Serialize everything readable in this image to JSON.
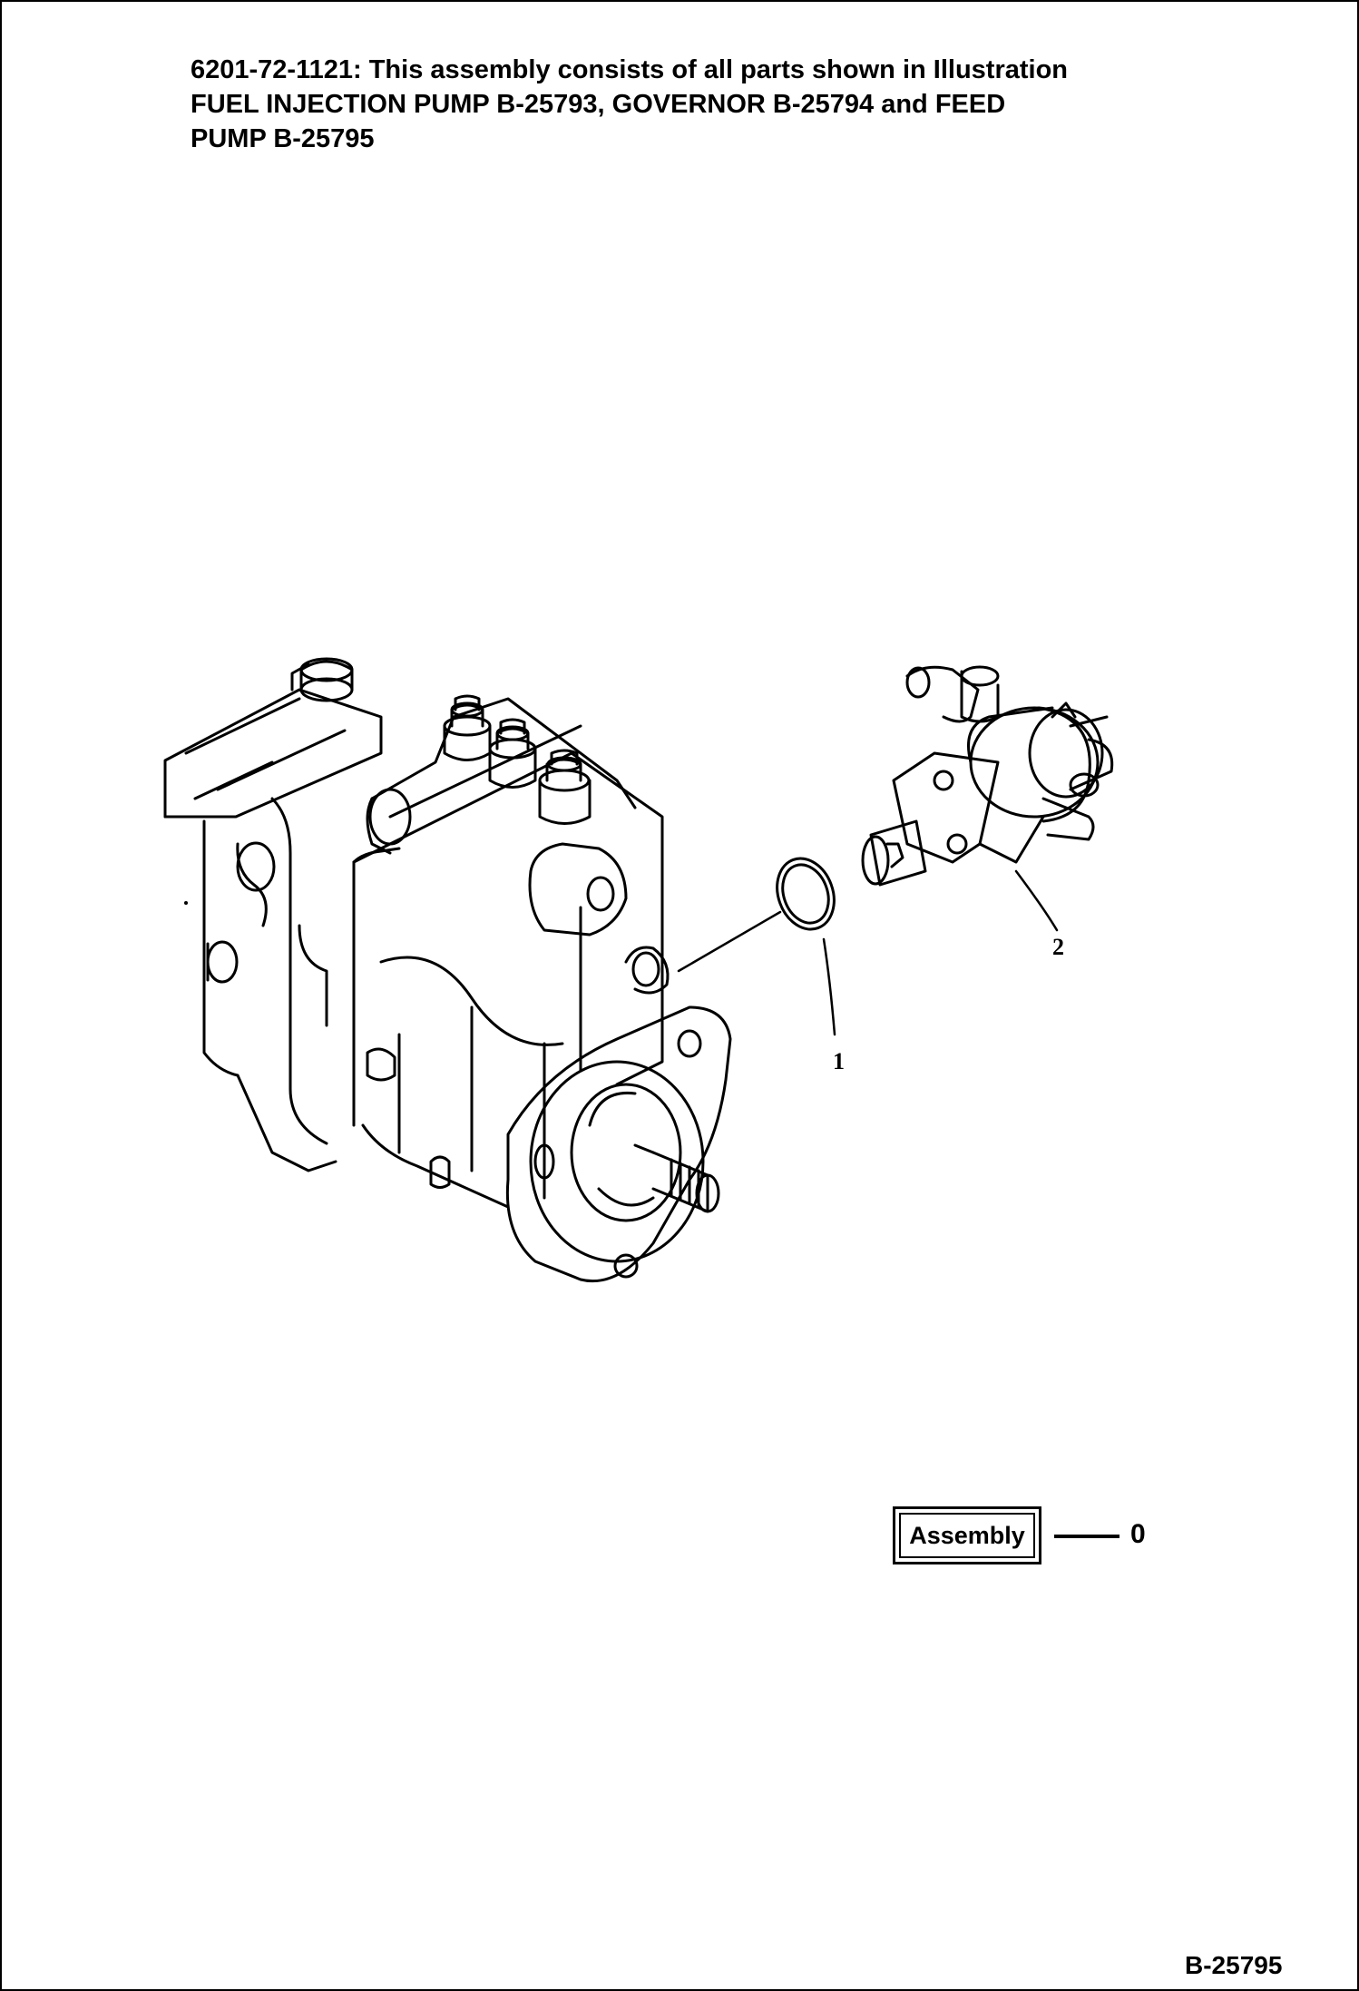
{
  "header": {
    "line1": "6201-72-1121: This assembly consists of all parts shown in Illustration",
    "line2": "FUEL INJECTION PUMP B-25793, GOVERNOR B-25794 and FEED",
    "line3": "PUMP B-25795"
  },
  "callouts": {
    "part1": "1",
    "part2": "2"
  },
  "assembly": {
    "label": "Assembly",
    "number": "0"
  },
  "sheet": {
    "id": "B-25795"
  },
  "colors": {
    "line": "#000000",
    "background": "#ffffff"
  }
}
